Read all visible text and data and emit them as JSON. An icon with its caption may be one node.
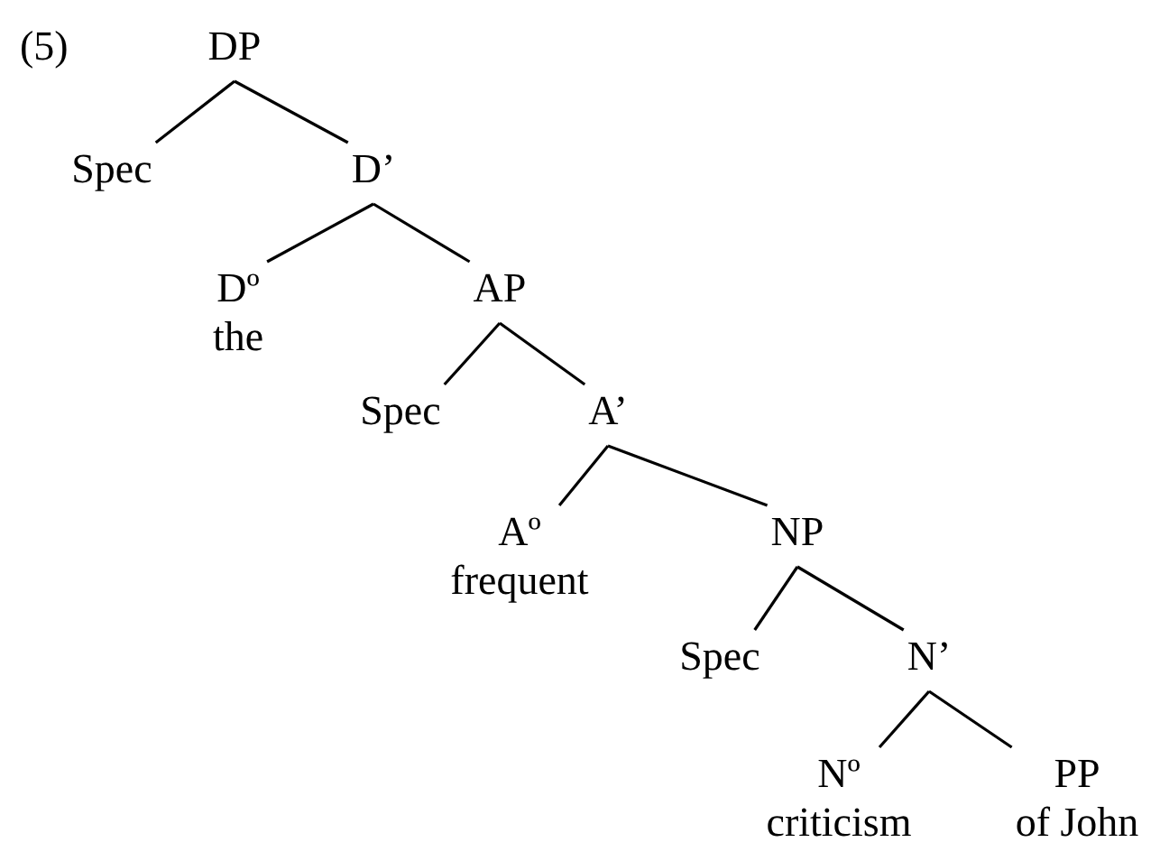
{
  "diagram": {
    "nodes": [
      {
        "text": [
          "DP"
        ]
      },
      {
        "text": [
          "Spec"
        ]
      },
      {
        "text": [
          "D’"
        ]
      },
      {
        "text": [
          "Dº",
          "the"
        ]
      },
      {
        "text": [
          "AP"
        ]
      },
      {
        "text": [
          "Spec"
        ]
      },
      {
        "text": [
          "A’"
        ]
      },
      {
        "text": [
          "Aº",
          "frequent"
        ]
      },
      {
        "text": [
          "NP"
        ]
      },
      {
        "text": [
          "Spec"
        ]
      },
      {
        "text": [
          "N’"
        ]
      },
      {
        "text": [
          "Nº",
          "criticism"
        ]
      },
      {
        "text": [
          "PP",
          "of John"
        ]
      }
    ],
    "edges": [
      {
        "from": 0,
        "to": 1,
        "arrow": "none"
      },
      {
        "from": 0,
        "to": 2,
        "arrow": "none"
      },
      {
        "from": 2,
        "to": 3,
        "arrow": "none"
      },
      {
        "from": 2,
        "to": 4,
        "arrow": "none"
      },
      {
        "from": 4,
        "to": 5,
        "arrow": "none"
      },
      {
        "from": 4,
        "to": 6,
        "arrow": "none"
      },
      {
        "from": 6,
        "to": 7,
        "arrow": "none"
      },
      {
        "from": 6,
        "to": 8,
        "arrow": "none"
      },
      {
        "from": 8,
        "to": 9,
        "arrow": "none"
      },
      {
        "from": 8,
        "to": 10,
        "arrow": "none"
      },
      {
        "from": 10,
        "to": 11,
        "arrow": "none"
      },
      {
        "from": 10,
        "to": 12,
        "arrow": "none"
      }
    ],
    "labels": [
      "(5)"
    ]
  }
}
